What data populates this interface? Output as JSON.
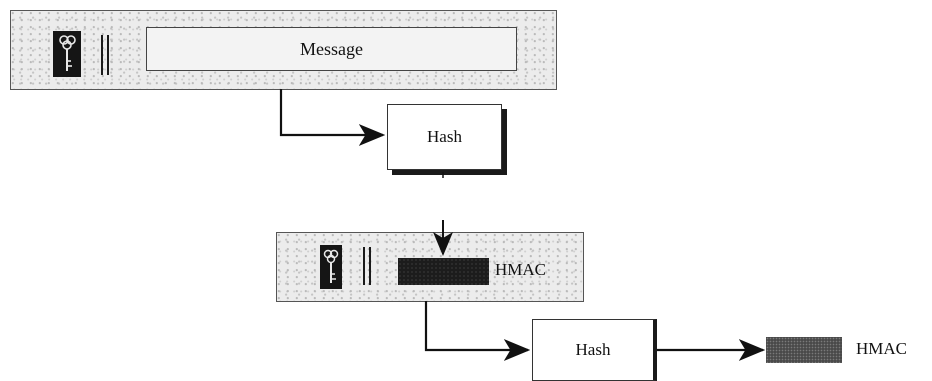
{
  "diagram": {
    "top_row": {
      "message_label": "Message"
    },
    "first_hash": {
      "label": "Hash"
    },
    "middle_row": {
      "hmac_label": "HMAC"
    },
    "second_hash": {
      "label": "Hash"
    },
    "output": {
      "hmac_label": "HMAC"
    },
    "icons": [
      "key-icon",
      "concat-icon",
      "arrow-icon"
    ],
    "colors": {
      "speckle_bg": "#ececec",
      "dark_block": "#1c1c1c",
      "line": "#111111"
    }
  }
}
